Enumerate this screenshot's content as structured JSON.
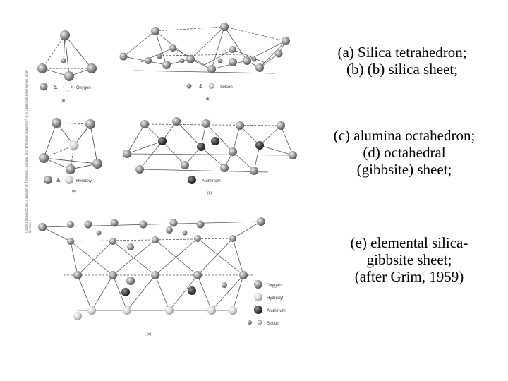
{
  "captions": {
    "a_line1": "(a) Silica tetrahedron;",
    "a_line2": "(b) (b) silica sheet;",
    "c_line1": "(c) alumina octahedron;",
    "c_line2": "(d) octahedral",
    "c_line3": "(gibbsite) sheet;",
    "e_line1": "(e) elemental silica-",
    "e_line2": "gibbsite sheet;",
    "e_line3": "(after Grim, 1959)"
  },
  "credit": {
    "line1": "(c)2001 Brooks/Cole, a division of Thomson Learning, Inc. Thomson Learning™ is a trademark used herein under",
    "line2": "license."
  },
  "figure": {
    "panel_a": {
      "label": "(a)",
      "legend_amp": "&",
      "legend_text": "Oxygen"
    },
    "panel_b": {
      "label": "(b)",
      "legend_amp": "&",
      "legend_text": "Silicon"
    },
    "panel_c": {
      "label": "(c)",
      "legend_amp": "&",
      "legend_text": "Hydroxyl"
    },
    "panel_d": {
      "label": "(d)",
      "legend_text": "Aluminum"
    },
    "panel_e": {
      "label": "(e)",
      "legend": [
        "Oxygen",
        "Hydroxyl",
        "Aluminum",
        "Silicon"
      ]
    },
    "colors": {
      "oxygen": "#9a9a9a",
      "hydroxyl": "#d6d6d6",
      "aluminum": "#4a4a4a",
      "silicon": "#8c8c8c",
      "line": "#555555"
    }
  }
}
